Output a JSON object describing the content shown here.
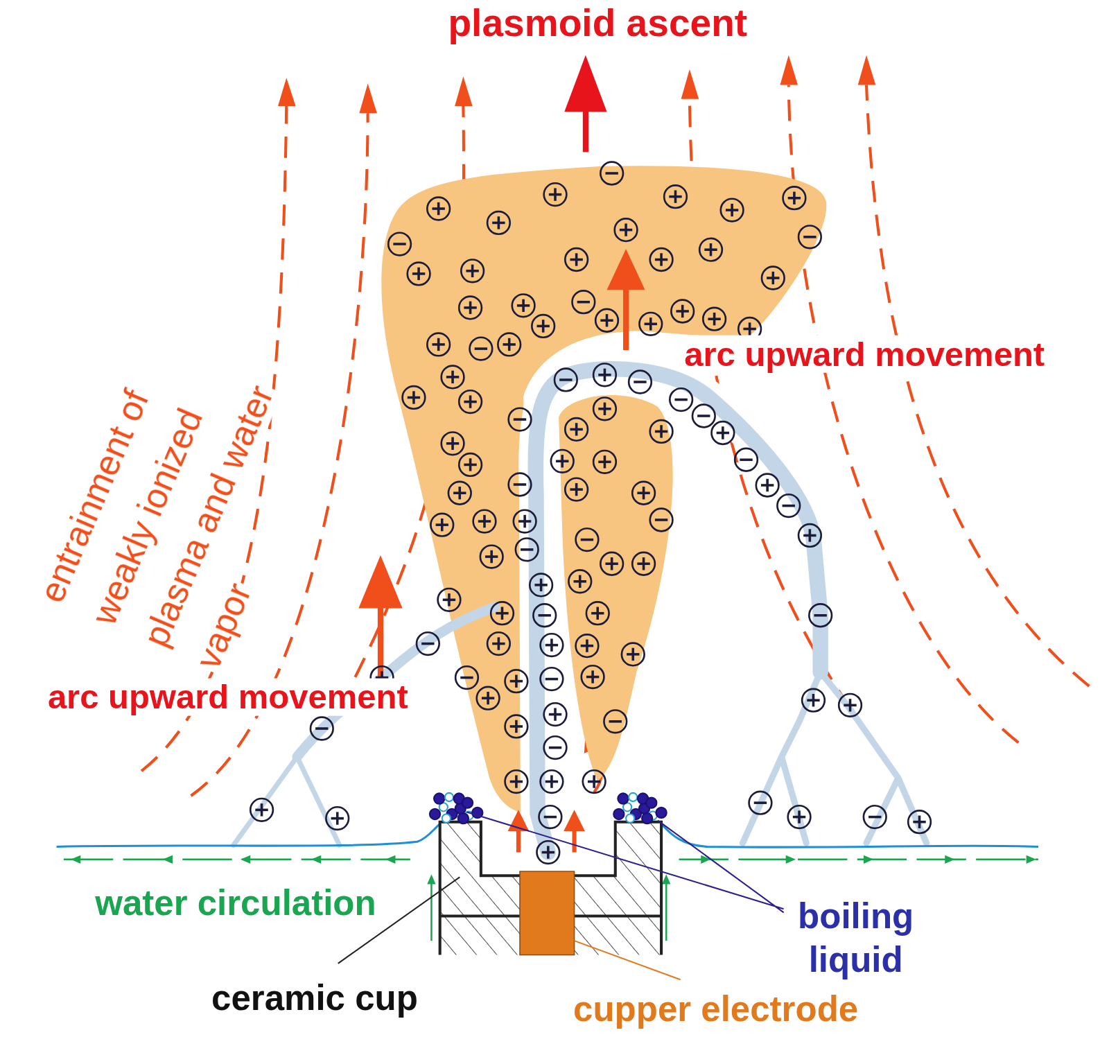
{
  "diagram": {
    "labels": [
      "plasmoid ascent",
      "arc upward movement",
      "entrainment of weakly ionized plasma and water vapor",
      "arc upward movement",
      "water circulation",
      "boiling liquid",
      "ceramic cup",
      "cupper electrode"
    ]
  }
}
